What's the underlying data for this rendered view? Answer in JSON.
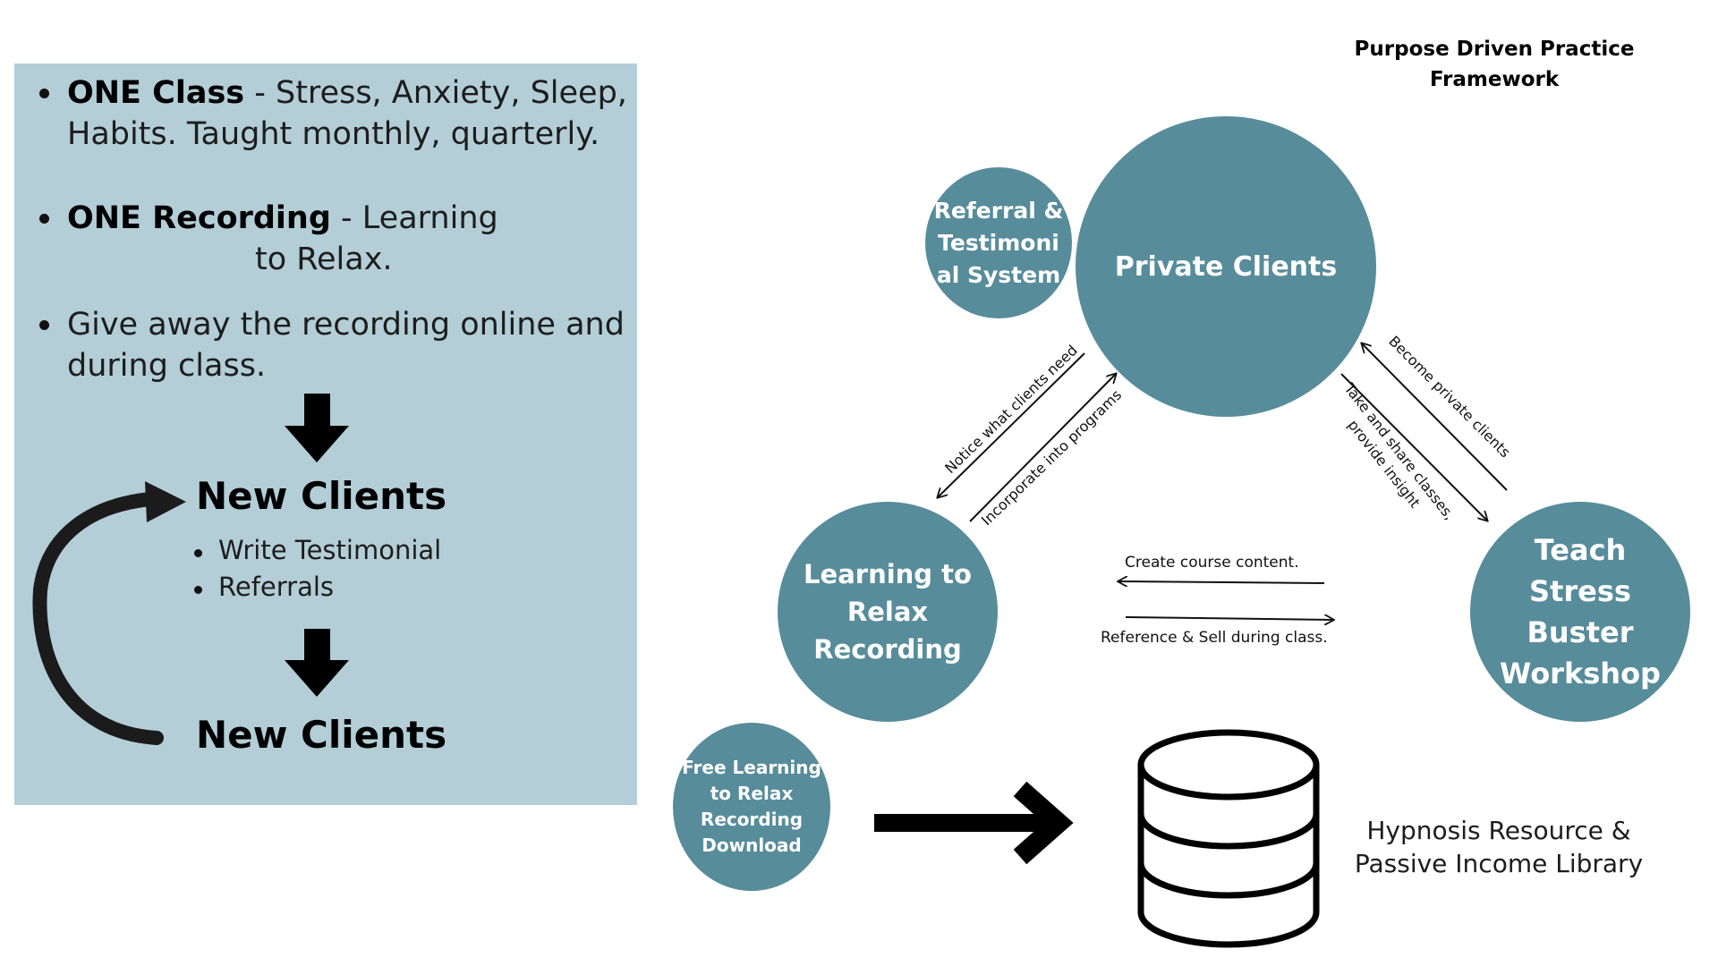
{
  "left_panel": {
    "item1_bold": "ONE Class",
    "item1_rest": " - Stress, Anxiety, Sleep,",
    "item1_line2": "Habits. Taught monthly, quarterly.",
    "item2_bold": "ONE Recording",
    "item2_rest": " - Learning",
    "item2_line2": "to Relax.",
    "item3_line1": "Give away the recording online and",
    "item3_line2": "during class.",
    "new_clients_1": "New Clients",
    "sub_item1": "Write Testimonial",
    "sub_item2": "Referrals",
    "new_clients_2": "New Clients"
  },
  "diagram": {
    "title_line1": "Purpose Driven Practice",
    "title_line2": "Framework",
    "nodes": {
      "private_clients": "Private Clients",
      "referral_line1": "Referral &",
      "referral_line2": "Testimoni",
      "referral_line3": "al System",
      "learning_line1": "Learning to",
      "learning_line2": "Relax",
      "learning_line3": "Recording",
      "teach_line1": "Teach",
      "teach_line2": "Stress",
      "teach_line3": "Buster",
      "teach_line4": "Workshop",
      "free_line1": "Free Learning",
      "free_line2": "to Relax",
      "free_line3": "Recording",
      "free_line4": "Download"
    },
    "edges": {
      "notice": "Notice what clients need",
      "incorporate": "Incorporate into programs",
      "become": "Become private clients",
      "take_line1": "Take and share classes,",
      "take_line2": "provide insight",
      "create": "Create course content.",
      "reference": "Reference & Sell during class."
    },
    "library_line1": "Hypnosis Resource &",
    "library_line2": "Passive Income Library"
  },
  "colors": {
    "panel_bg": "#b3ced6",
    "circle_fill": "#578c9b"
  }
}
